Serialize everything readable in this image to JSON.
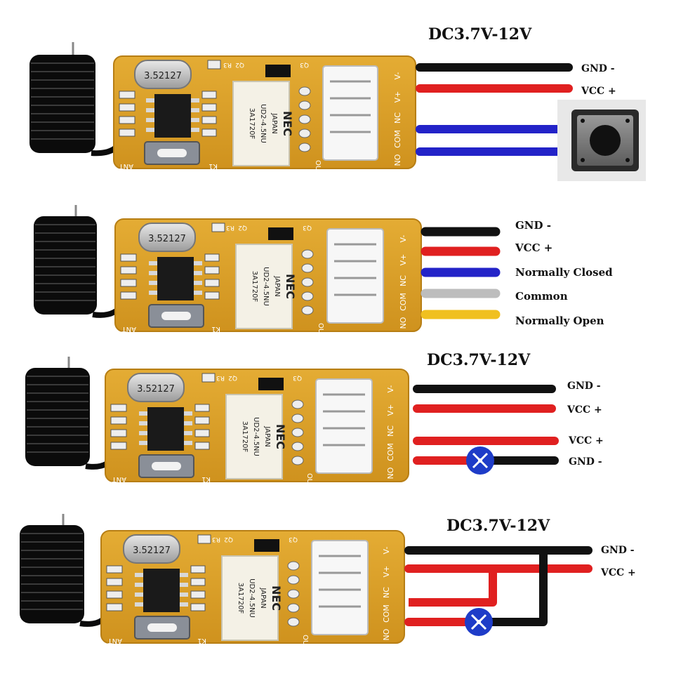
{
  "panels": [
    {
      "title": "DC3.7V-12V",
      "board": {
        "crystal": "3.52127",
        "relay_brand": "NEC",
        "relay_brand2": "JAPAN",
        "relay_model": "UD2-4.5NU",
        "relay_code": "3A1720F",
        "pins": [
          "V-",
          "V+",
          "NC",
          "COM",
          "NO"
        ],
        "silk_ant": "ANT",
        "silk_k1": "K1",
        "silk_out": "OUT",
        "silk_q2": "Q2",
        "silk_r3": "R3",
        "silk_q3": "Q3"
      },
      "wires": [
        {
          "label": "GND -",
          "color": "#111111"
        },
        {
          "label": "VCC +",
          "color": "#e02020"
        },
        {
          "label": "",
          "color": "#2323c8"
        },
        {
          "label": "",
          "color": "#2323c8"
        }
      ]
    },
    {
      "title": "",
      "board": {
        "crystal": "3.52127",
        "relay_brand": "NEC",
        "relay_brand2": "JAPAN",
        "relay_model": "UD2-4.5NU",
        "relay_code": "3A1720F",
        "pins": [
          "V-",
          "V+",
          "NC",
          "COM",
          "NO"
        ],
        "silk_ant": "ANT",
        "silk_k1": "K1",
        "silk_out": "OUT",
        "silk_q2": "Q2",
        "silk_r3": "R3",
        "silk_q3": "Q3"
      },
      "wires": [
        {
          "label": "GND -",
          "color": "#111111"
        },
        {
          "label": "VCC +",
          "color": "#e02020"
        },
        {
          "label": "Normally Closed",
          "color": "#2323c8"
        },
        {
          "label": "Common",
          "color": "#bdbdbd"
        },
        {
          "label": "Normally Open",
          "color": "#f0c020"
        }
      ]
    },
    {
      "title": "DC3.7V-12V",
      "board": {
        "crystal": "3.52127",
        "relay_brand": "NEC",
        "relay_brand2": "JAPAN",
        "relay_model": "UD2-4.5NU",
        "relay_code": "3A1720F",
        "pins": [
          "V-",
          "V+",
          "NC",
          "COM",
          "NO"
        ],
        "silk_ant": "ANT",
        "silk_k1": "K1",
        "silk_out": "OUT",
        "silk_q2": "Q2",
        "silk_r3": "R3",
        "silk_q3": "Q3"
      },
      "wires": [
        {
          "label": "GND -",
          "color": "#111111"
        },
        {
          "label": "VCC +",
          "color": "#e02020"
        },
        {
          "label": "VCC +",
          "color": "#e02020"
        },
        {
          "label": "GND -",
          "color": "#e02020"
        }
      ]
    },
    {
      "title": "DC3.7V-12V",
      "board": {
        "crystal": "3.52127",
        "relay_brand": "NEC",
        "relay_brand2": "JAPAN",
        "relay_model": "UD2-4.5NU",
        "relay_code": "3A1720F",
        "pins": [
          "V-",
          "V+",
          "NC",
          "COM",
          "NO"
        ],
        "silk_ant": "ANT",
        "silk_k1": "K1",
        "silk_out": "OUT",
        "silk_q2": "Q2",
        "silk_r3": "R3",
        "silk_q3": "Q3"
      },
      "wires": [
        {
          "label": "GND -",
          "color": "#111111"
        },
        {
          "label": "VCC +",
          "color": "#e02020"
        },
        {
          "label": "",
          "color": "#e02020"
        },
        {
          "label": "",
          "color": "#e02020"
        }
      ]
    }
  ],
  "colors": {
    "pcb": "#dca028",
    "pcb_edge": "#c48818",
    "antenna": "#0b0b0b",
    "relay": "#f4f1e6",
    "connector": "#f7f7f7",
    "lamp": "#1e3cc8",
    "wire_black": "#111111",
    "wire_red": "#e02020"
  },
  "icons": {
    "push_button": "push-button-switch-icon",
    "lamp": "lamp-bulb-icon"
  }
}
